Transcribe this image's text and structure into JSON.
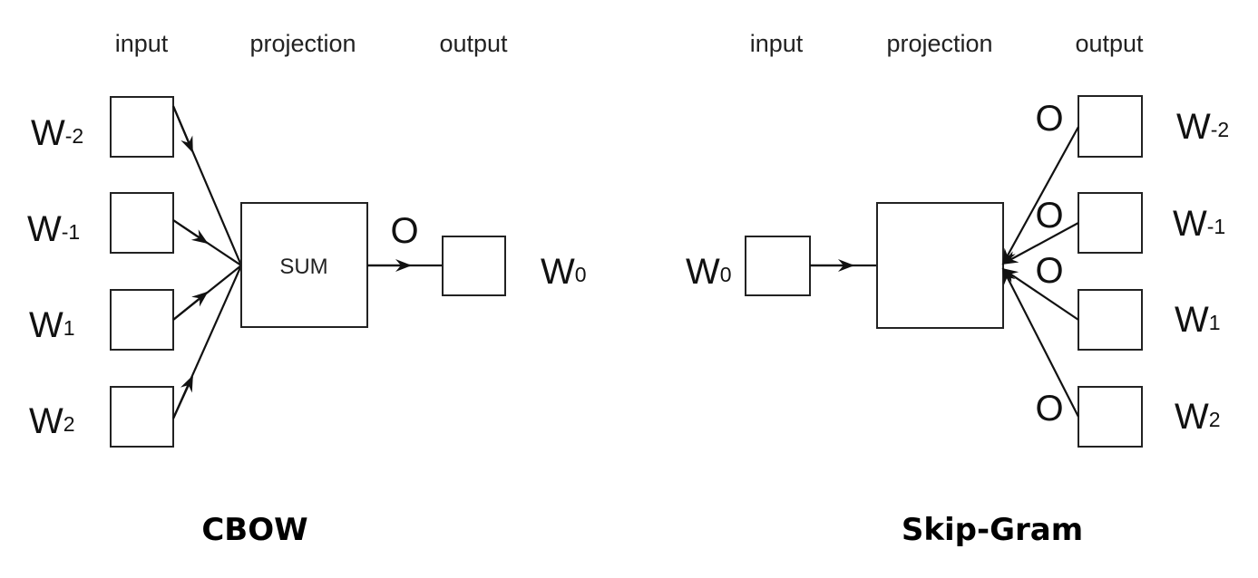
{
  "cbow": {
    "caption": "CBOW",
    "headers": {
      "input": "input",
      "projection": "projection",
      "output": "output"
    },
    "inputs": [
      {
        "base": "W",
        "sub": "-2"
      },
      {
        "base": "W",
        "sub": "-1"
      },
      {
        "base": "W",
        "sub": "1"
      },
      {
        "base": "W",
        "sub": "2"
      }
    ],
    "projection_label": "SUM",
    "output_symbol": "O",
    "output": {
      "base": "W",
      "sub": "0"
    }
  },
  "skipgram": {
    "caption": "Skip-Gram",
    "headers": {
      "input": "input",
      "projection": "projection",
      "output": "output"
    },
    "input": {
      "base": "W",
      "sub": "0"
    },
    "output_symbol": "O",
    "outputs": [
      {
        "base": "W",
        "sub": "-2"
      },
      {
        "base": "W",
        "sub": "-1"
      },
      {
        "base": "W",
        "sub": "1"
      },
      {
        "base": "W",
        "sub": "2"
      }
    ]
  }
}
